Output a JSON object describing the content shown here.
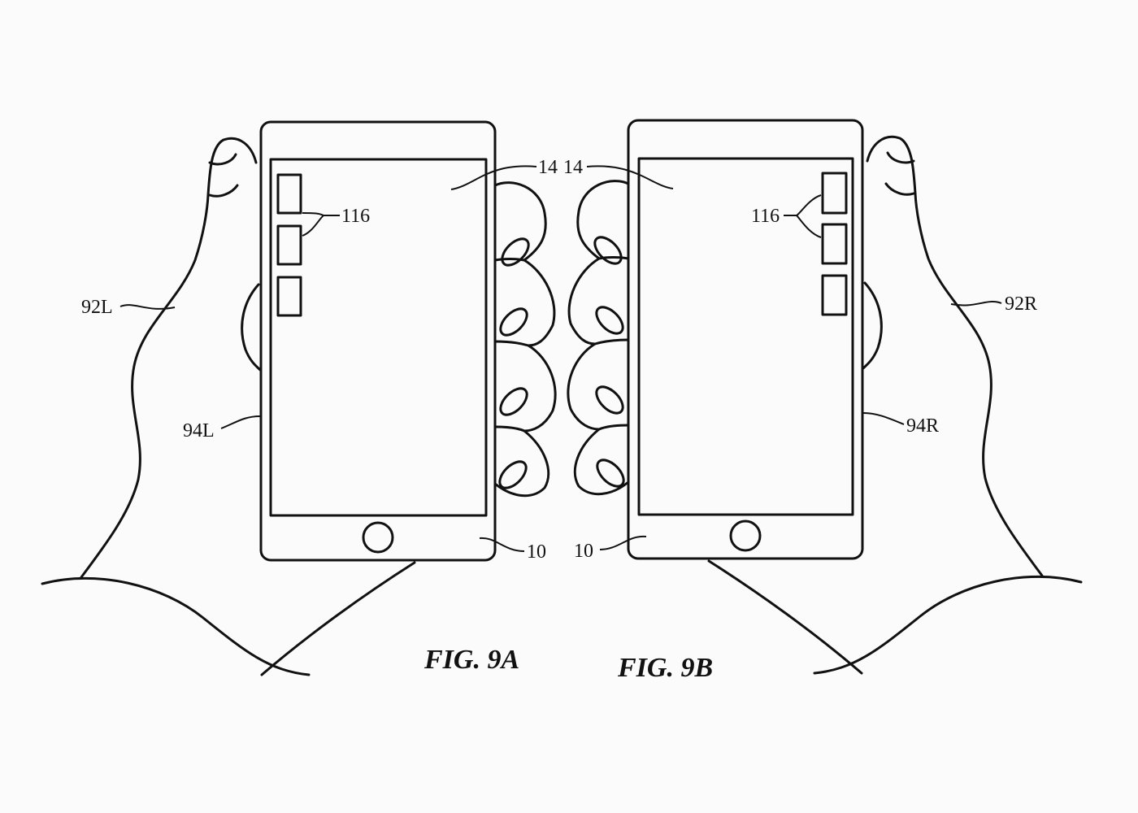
{
  "figures": [
    {
      "caption": "FIG. 9A",
      "labels": {
        "display": "14",
        "icons": "116",
        "hand": "92L",
        "edge": "94L",
        "device": "10"
      }
    },
    {
      "caption": "FIG. 9B",
      "labels": {
        "display": "14",
        "icons": "116",
        "hand": "92R",
        "edge": "94R",
        "device": "10"
      }
    }
  ]
}
